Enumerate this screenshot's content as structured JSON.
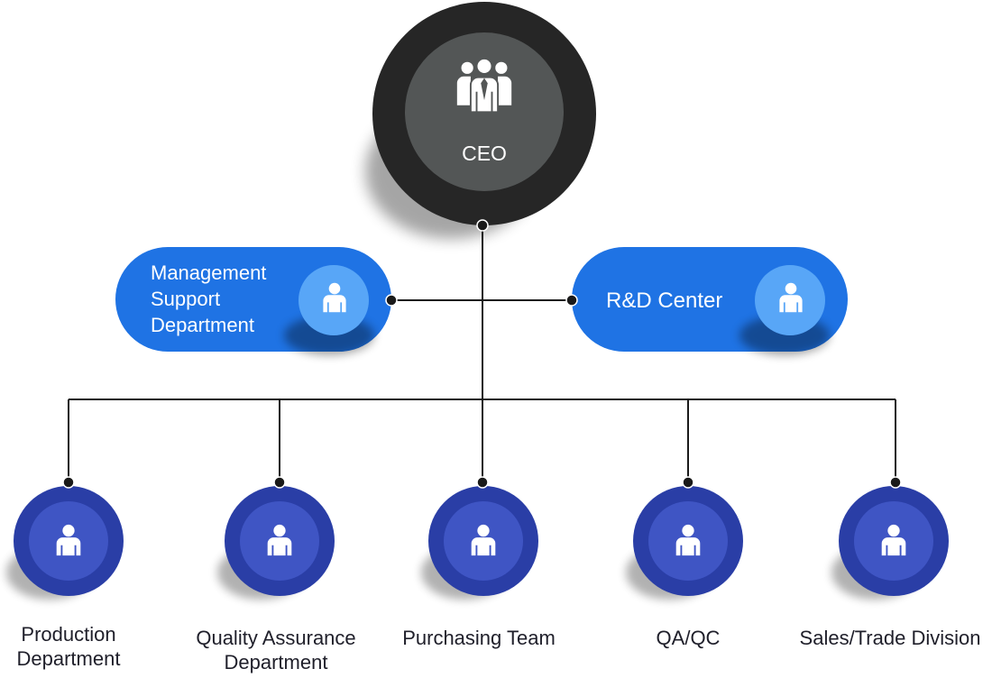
{
  "org_chart": {
    "ceo": {
      "label": "CEO",
      "icon": "group-icon"
    },
    "second_tier": [
      {
        "label_lines": [
          "Management",
          "Support",
          "Department"
        ],
        "icon": "person-icon"
      },
      {
        "label_lines": [
          "R&D Center"
        ],
        "icon": "person-icon"
      }
    ],
    "departments": [
      {
        "label_lines": [
          "Production",
          "Department"
        ],
        "icon": "person-icon"
      },
      {
        "label_lines": [
          "Quality Assurance",
          "Department"
        ],
        "icon": "person-icon"
      },
      {
        "label_lines": [
          "Purchasing Team"
        ],
        "icon": "person-icon"
      },
      {
        "label_lines": [
          "QA/QC"
        ],
        "icon": "person-icon"
      },
      {
        "label_lines": [
          "Sales/Trade Division"
        ],
        "icon": "person-icon"
      }
    ]
  },
  "colors": {
    "ceo_outer": "#262626",
    "ceo_inner": "#535656",
    "pill_blue": "#1f73e4",
    "pill_icon_circle": "#58a6f7",
    "dept_outer": "#2a3ea6",
    "dept_inner": "#3f55c4",
    "connector": "#1a1a1a"
  }
}
